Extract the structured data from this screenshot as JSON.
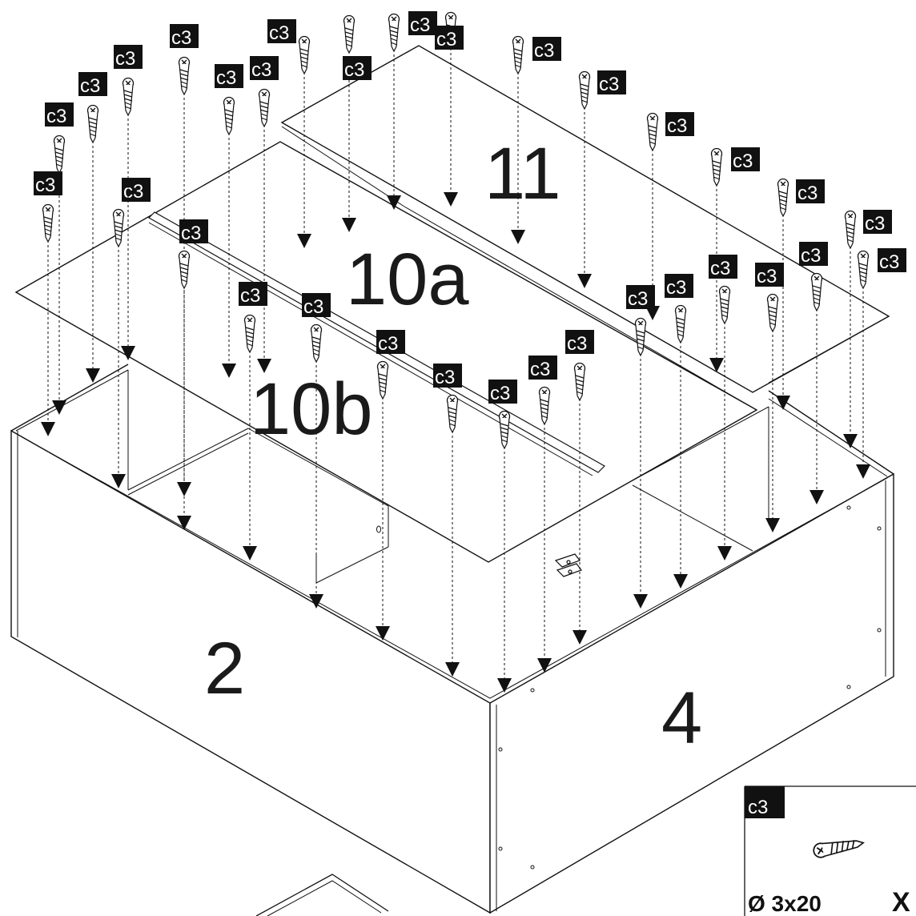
{
  "diagram": {
    "parts": {
      "part_11": "11",
      "part_10a": "10a",
      "part_10b": "10b",
      "part_2": "2",
      "part_4": "4"
    },
    "fastener_code": "c3",
    "legend": {
      "code": "c3",
      "size": "Ø 3x20",
      "quantity_prefix": "X"
    },
    "icons": {
      "screw": "screw-icon",
      "arrow": "arrow-down-icon",
      "hinge": "hinge-icon"
    }
  }
}
